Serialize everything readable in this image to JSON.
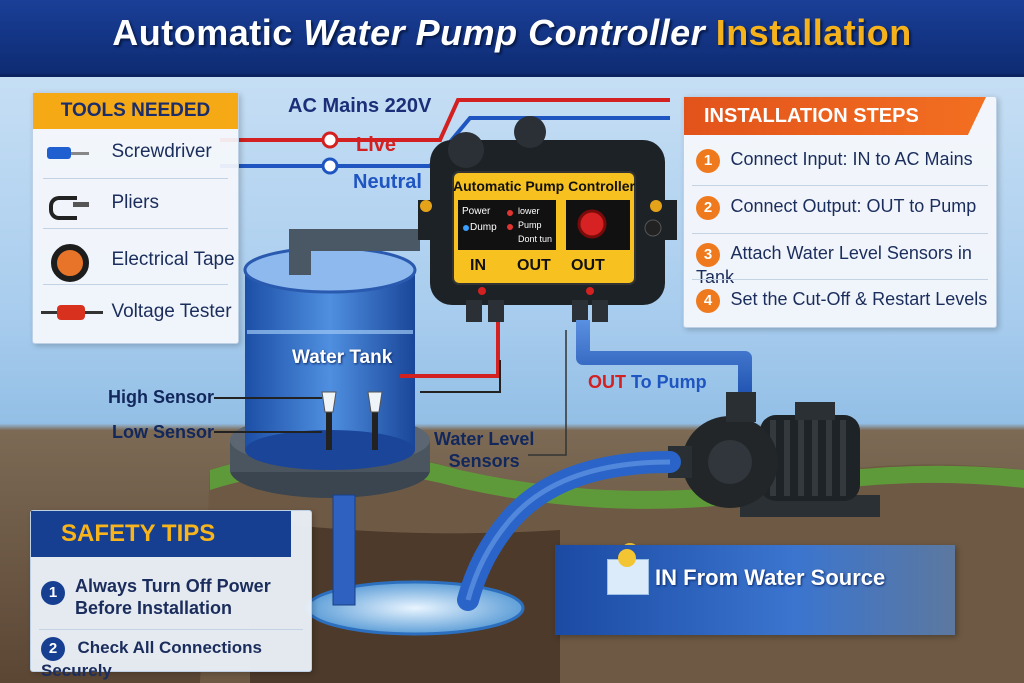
{
  "title": {
    "part1": "Automatic ",
    "part2": "Water Pump Controller",
    "part3": "Installation"
  },
  "tools": {
    "heading": "TOOLS NEEDED",
    "items": [
      {
        "label": "Screwdriver",
        "icon": "screwdriver-icon"
      },
      {
        "label": "Pliers",
        "icon": "pliers-icon"
      },
      {
        "label": "Electrical Tape",
        "icon": "electrical-tape-icon"
      },
      {
        "label": "Voltage Tester",
        "icon": "voltage-tester-icon"
      }
    ]
  },
  "steps": {
    "heading": "INSTALLATION STEPS",
    "items": [
      {
        "num": "1",
        "text": "Connect Input: IN to AC Mains"
      },
      {
        "num": "2",
        "text": "Connect Output: OUT to Pump"
      },
      {
        "num": "3",
        "text": "Attach Water Level Sensors in Tank"
      },
      {
        "num": "4",
        "text": "Set the Cut-Off & Restart Levels"
      }
    ]
  },
  "safety": {
    "heading": "SAFETY TIPS",
    "items": [
      {
        "num": "1",
        "line1": "Always Turn Off Power",
        "line2": "Before Installation"
      },
      {
        "num": "2",
        "line1": "Check All Connections Securely",
        "line2": ""
      }
    ]
  },
  "wiring": {
    "mains": "AC Mains 220V",
    "live": "Live",
    "neutral": "Neutral"
  },
  "controller": {
    "title": "Automatic Pump Controller",
    "left_labels": [
      "Power",
      "Dump"
    ],
    "right_labels": [
      "lower",
      "Pump",
      "Dont tun"
    ],
    "ports": [
      "IN",
      "OUT",
      "OUT"
    ]
  },
  "tank": {
    "label": "Water Tank",
    "high": "High Sensor",
    "low": "Low Sensor"
  },
  "sensors_label": {
    "line1": "Water Level",
    "line2": "Sensors"
  },
  "pump_label": {
    "out": "OUT",
    "to": "To Pump"
  },
  "source_label": {
    "in": "IN",
    "rest": "From Water Source"
  },
  "colors": {
    "live": "#d32020",
    "neutral": "#1f55c0",
    "pipe": "#2a64c8",
    "accent": "#f4a915"
  }
}
